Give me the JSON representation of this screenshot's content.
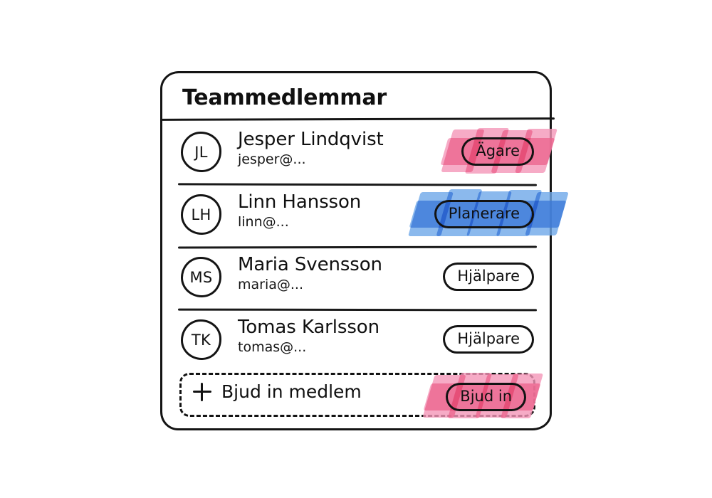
{
  "card": {
    "title": "Teammedlemmar"
  },
  "members": [
    {
      "initials": "JL",
      "name": "Jesper Lindqvist",
      "email": "jesper@...",
      "role": "Ägare",
      "highlight": "pink"
    },
    {
      "initials": "LH",
      "name": "Linn Hansson",
      "email": "linn@...",
      "role": "Planerare",
      "highlight": "blue"
    },
    {
      "initials": "MS",
      "name": "Maria Svensson",
      "email": "maria@...",
      "role": "Hjälpare",
      "highlight": "none"
    },
    {
      "initials": "TK",
      "name": "Tomas Karlsson",
      "email": "tomas@...",
      "role": "Hjälpare",
      "highlight": "none"
    }
  ],
  "invite": {
    "icon": "plus-icon",
    "label": "Bjud in medlem",
    "button_label": "Bjud in",
    "highlight": "pink"
  },
  "colors": {
    "highlight_pink": "#F4A0BE",
    "highlight_blue": "#7BB0EC",
    "ink": "#121212",
    "background": "#FFFFFF"
  }
}
